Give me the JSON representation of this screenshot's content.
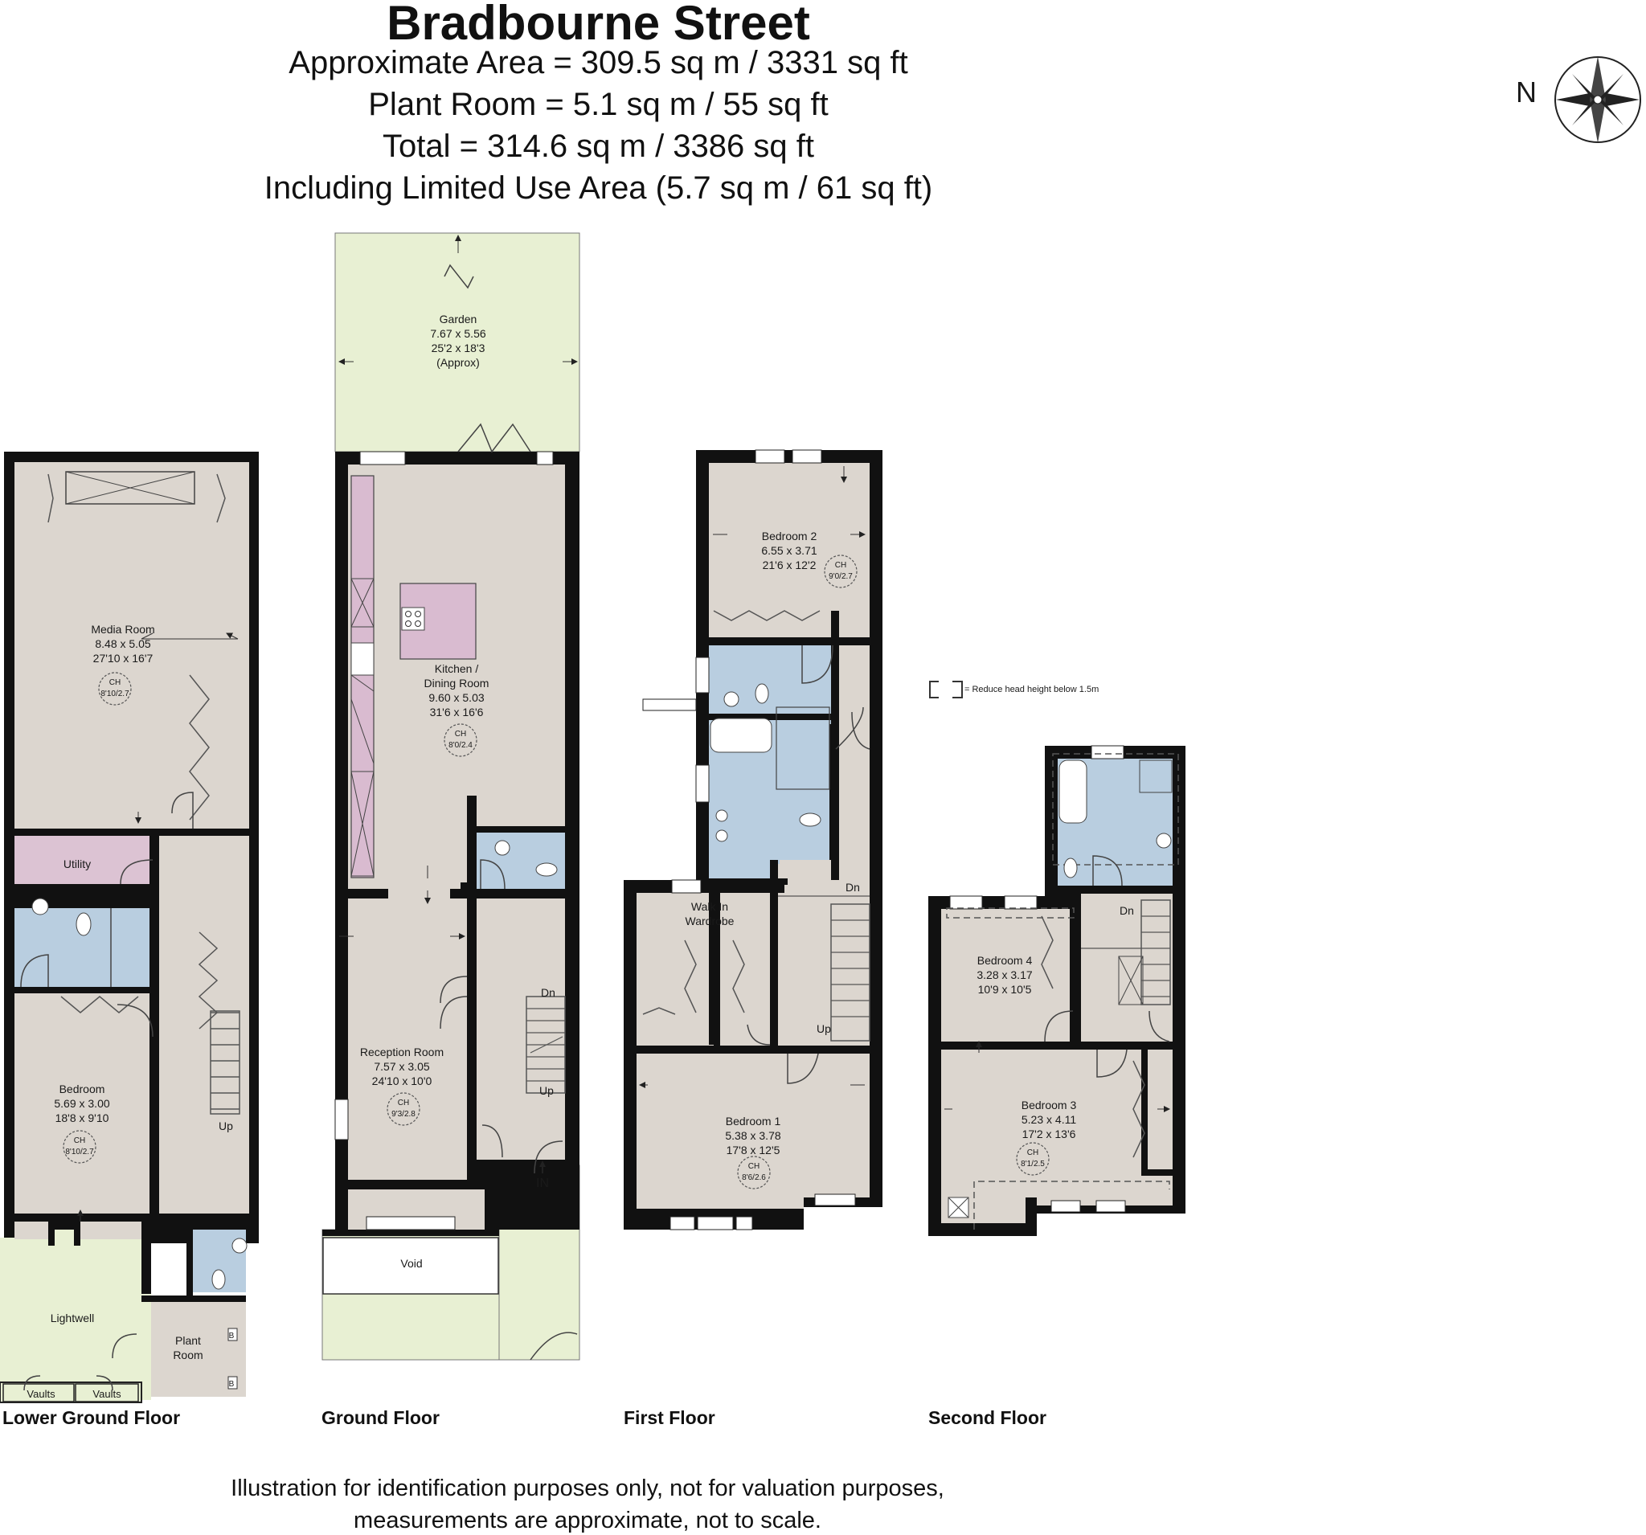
{
  "title": "Bradbourne Street",
  "area_lines": [
    "Approximate Area = 309.5 sq m / 3331 sq ft",
    "Plant Room = 5.1 sq m / 55 sq ft",
    "Total = 314.6 sq m / 3386 sq ft",
    "Including Limited Use Area (5.7 sq m / 61 sq ft)"
  ],
  "compass_label": "N",
  "legend_text": "= Reduce head height below 1.5m",
  "disclaimer": [
    "Illustration for identification purposes only, not for valuation purposes,",
    "measurements are approximate, not to scale."
  ],
  "floor_labels": [
    "Lower Ground Floor",
    "Ground Floor",
    "First Floor",
    "Second Floor"
  ],
  "colors": {
    "room": "#dcd6cf",
    "bath": "#b9cee0",
    "utility": "#dcc3d3",
    "kitchen_unit": "#d9bbd0",
    "garden": "#e8f0d3",
    "wall": "#111111"
  },
  "rooms": {
    "media": {
      "name": "Media Room",
      "dim_m": "8.48 x 5.05",
      "dim_ft": "27'10 x 16'7",
      "ch": "CH",
      "ch_val": "8'10/2.7"
    },
    "utility": {
      "name": "Utility"
    },
    "bedroom_lg": {
      "name": "Bedroom",
      "dim_m": "5.69 x 3.00",
      "dim_ft": "18'8 x 9'10",
      "ch": "CH",
      "ch_val": "8'10/2.7"
    },
    "lightwell": {
      "name": "Lightwell"
    },
    "plant": {
      "line1": "Plant",
      "line2": "Room"
    },
    "vault_a": {
      "name": "Vaults"
    },
    "vault_b": {
      "name": "Vaults"
    },
    "boiler_a": {
      "name": "B"
    },
    "boiler_b": {
      "name": "B"
    },
    "garden": {
      "name": "Garden",
      "dim_m": "7.67 x 5.56",
      "dim_ft": "25'2 x 18'3",
      "note": "(Approx)"
    },
    "kitchen": {
      "line1": "Kitchen /",
      "line2": "Dining Room",
      "dim_m": "9.60 x 5.03",
      "dim_ft": "31'6 x 16'6",
      "ch": "CH",
      "ch_val": "8'0/2.4"
    },
    "reception": {
      "name": "Reception Room",
      "dim_m": "7.57 x 3.05",
      "dim_ft": "24'10 x 10'0",
      "ch": "CH",
      "ch_val": "9'3/2.8"
    },
    "void": {
      "name": "Void"
    },
    "entrance": {
      "name": "IN"
    },
    "bedroom2": {
      "name": "Bedroom 2",
      "dim_m": "6.55 x 3.71",
      "dim_ft": "21'6 x 12'2",
      "ch": "CH",
      "ch_val": "9'0/2.7"
    },
    "walkin": {
      "line1": "Walk In",
      "line2": "Wardrobe"
    },
    "bedroom1": {
      "name": "Bedroom 1",
      "dim_m": "5.38 x 3.78",
      "dim_ft": "17'8 x 12'5",
      "ch": "CH",
      "ch_val": "8'6/2.6"
    },
    "bedroom4": {
      "name": "Bedroom 4",
      "dim_m": "3.28 x 3.17",
      "dim_ft": "10'9 x 10'5"
    },
    "bedroom3": {
      "name": "Bedroom 3",
      "dim_m": "5.23 x 4.11",
      "dim_ft": "17'2 x 13'6",
      "ch": "CH",
      "ch_val": "8'1/2.5"
    }
  },
  "stairs": {
    "up": "Up",
    "down": "Dn"
  }
}
